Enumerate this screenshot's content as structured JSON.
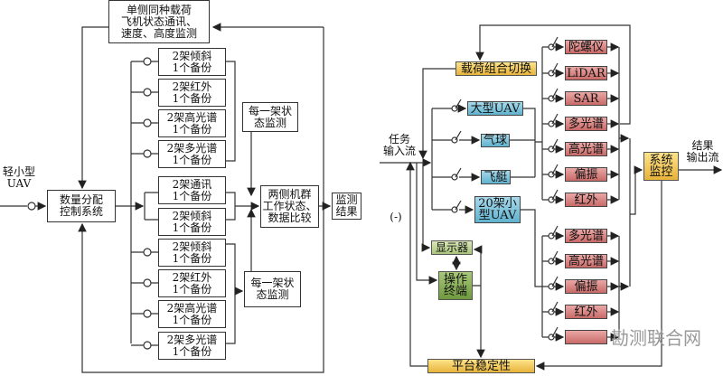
{
  "left": {
    "top_box": "单侧同种载荷\n飞机状态通讯、\n速度、高度监测",
    "input_label": "轻小型\nUAV",
    "control_box": "数量分配\n控制系统",
    "groups": [
      "2架倾斜\n1个备份",
      "2架红外\n1个备份",
      "2架高光谱\n1个备份",
      "2架多光谱\n1个备份",
      "2架通讯\n1个备份",
      "2架倾斜\n1个备份",
      "2架倾斜\n1个备份",
      "2架红外\n1个备份",
      "2架高光谱\n1个备份",
      "2架多光谱\n1个备份"
    ],
    "monitor_upper": "每一架状\n态监测",
    "monitor_lower": "每一架状\n态监测",
    "compare_box": "两侧机群\n工作状态、\n数据比较",
    "result_box": "监测\n结果"
  },
  "right": {
    "input_label": "任务\n输入流",
    "switch_box": "载荷组合切换",
    "platforms": [
      "大型UAV",
      "气球",
      "飞艇",
      "20架小\n型UAV"
    ],
    "payloads_upper": [
      "陀螺仪",
      "LiDAR",
      "SAR",
      "多光谱",
      "高光谱",
      "偏振",
      "红外"
    ],
    "payloads_lower": [
      "多光谱",
      "高光谱",
      "偏振",
      "红外",
      ""
    ],
    "monitor_box": "系统\n监控",
    "output_label": "结果\n输出流",
    "display_box": "显示器",
    "terminal_box": "操作\n终端",
    "stability_box": "平台稳定性",
    "negative_label": "(-)"
  },
  "watermark": "勘测联合网",
  "colors": {
    "payload": "#c96a68",
    "platform": "#5fb2cf",
    "control": "#e7b33a",
    "terminal": "#6f9a3f"
  }
}
